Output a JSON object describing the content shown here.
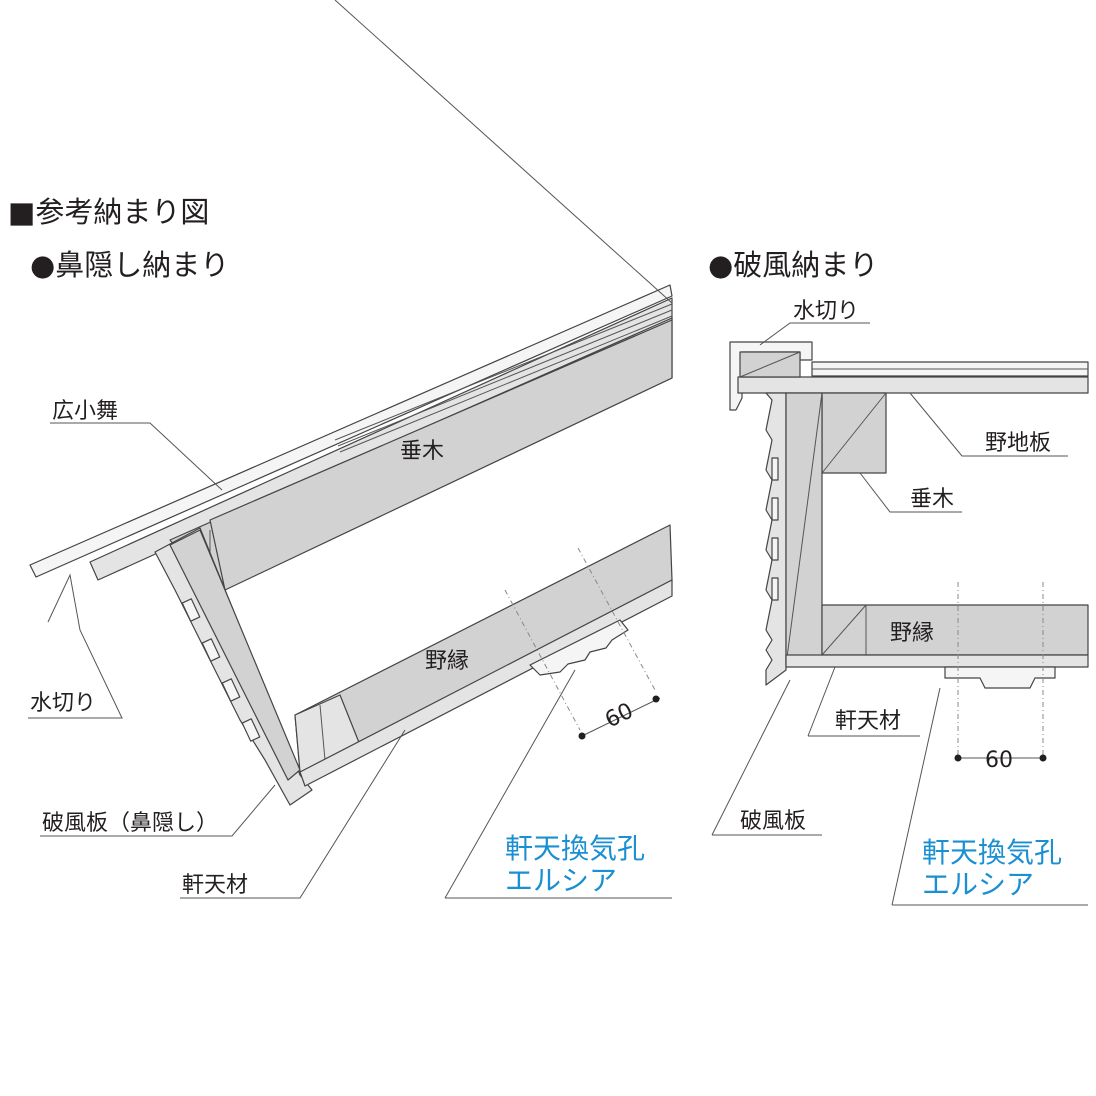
{
  "heading": "■参考納まり図",
  "left": {
    "subtitle": "●鼻隠し納まり",
    "labels": {
      "hirokomai": "広小舞",
      "taruki": "垂木",
      "mizukiri": "水切り",
      "nobuchi": "野縁",
      "dimension": "60",
      "hafuita": "破風板（鼻隠し）",
      "nokiten": "軒天材",
      "product_line1": "軒天換気孔",
      "product_line2": "エルシア"
    }
  },
  "right": {
    "subtitle": "●破風納まり",
    "labels": {
      "mizukiri": "水切り",
      "nojiita": "野地板",
      "taruki": "垂木",
      "nobuchi": "野縁",
      "nokiten": "軒天材",
      "dimension": "60",
      "hafuita": "破風板",
      "product_line1": "軒天換気孔",
      "product_line2": "エルシア"
    }
  },
  "colors": {
    "text": "#231f20",
    "product_blue": "#1a8fd1",
    "part_fill": "#d2d2d2"
  }
}
